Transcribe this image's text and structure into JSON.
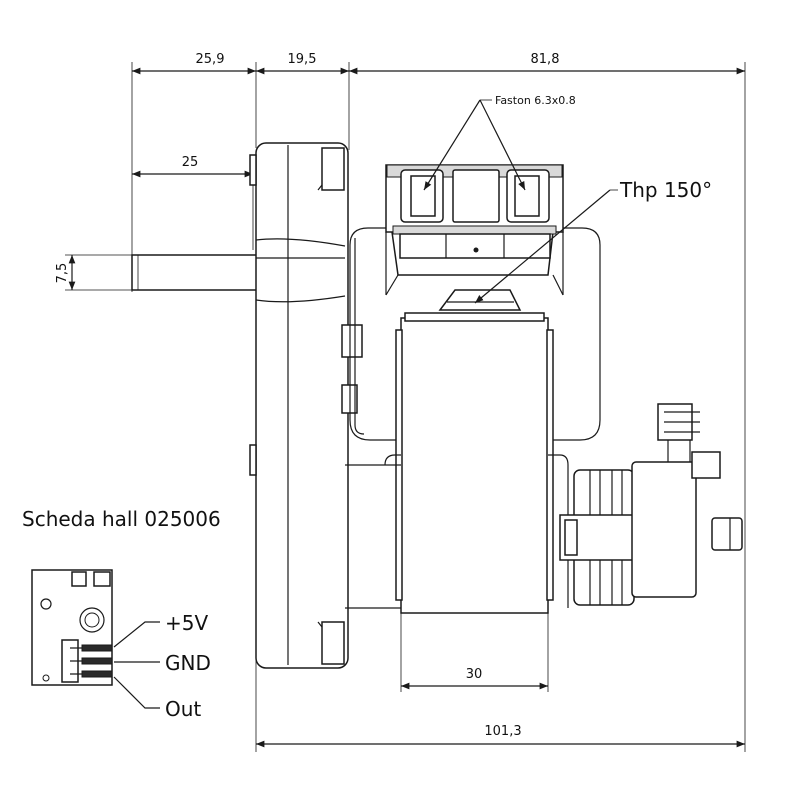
{
  "dimensions": {
    "d_25_9": "25,9",
    "d_19_5": "19,5",
    "d_81_8": "81,8",
    "d_25": "25",
    "d_7_5": "7,5",
    "d_30": "30",
    "d_101_3": "101,3"
  },
  "annotations": {
    "faston": "Faston 6.3x0.8",
    "thermal_protector": "Thp 150°"
  },
  "hall_board": {
    "title": "Scheda hall 025006",
    "pins": [
      "+5V",
      "GND",
      "Out"
    ]
  }
}
